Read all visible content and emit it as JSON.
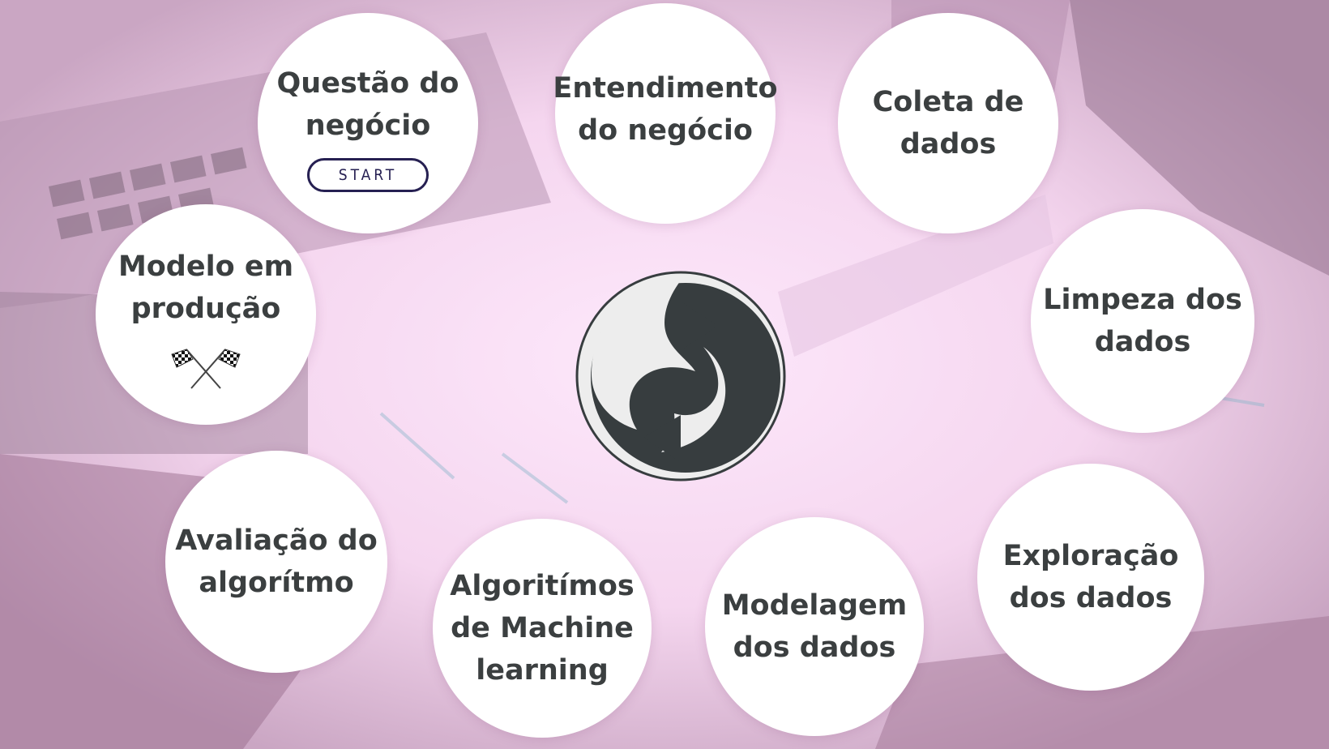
{
  "center_icon": "recycle-cycle-icon",
  "nodes": [
    {
      "id": "questao",
      "label": "Questão do\nnegócio",
      "start_label": "START"
    },
    {
      "id": "entendimento",
      "label": "Entendimento\ndo negócio"
    },
    {
      "id": "coleta",
      "label": "Coleta de\ndados"
    },
    {
      "id": "limpeza",
      "label": "Limpeza dos\ndados"
    },
    {
      "id": "exploracao",
      "label": "Exploração\ndos dados"
    },
    {
      "id": "modelagem",
      "label": "Modelagem\ndos dados"
    },
    {
      "id": "algoritmos",
      "label": "Algoritímos\nde Machine\nlearning"
    },
    {
      "id": "avaliacao",
      "label": "Avaliação do\nalgorítmo"
    },
    {
      "id": "producao",
      "label": "Modelo em\nprodução",
      "icon": "checkered-flags-icon"
    }
  ],
  "colors": {
    "text": "#3b3f40",
    "accent": "#262052",
    "background": "#f3d9ee",
    "logo": "#373d3f"
  }
}
